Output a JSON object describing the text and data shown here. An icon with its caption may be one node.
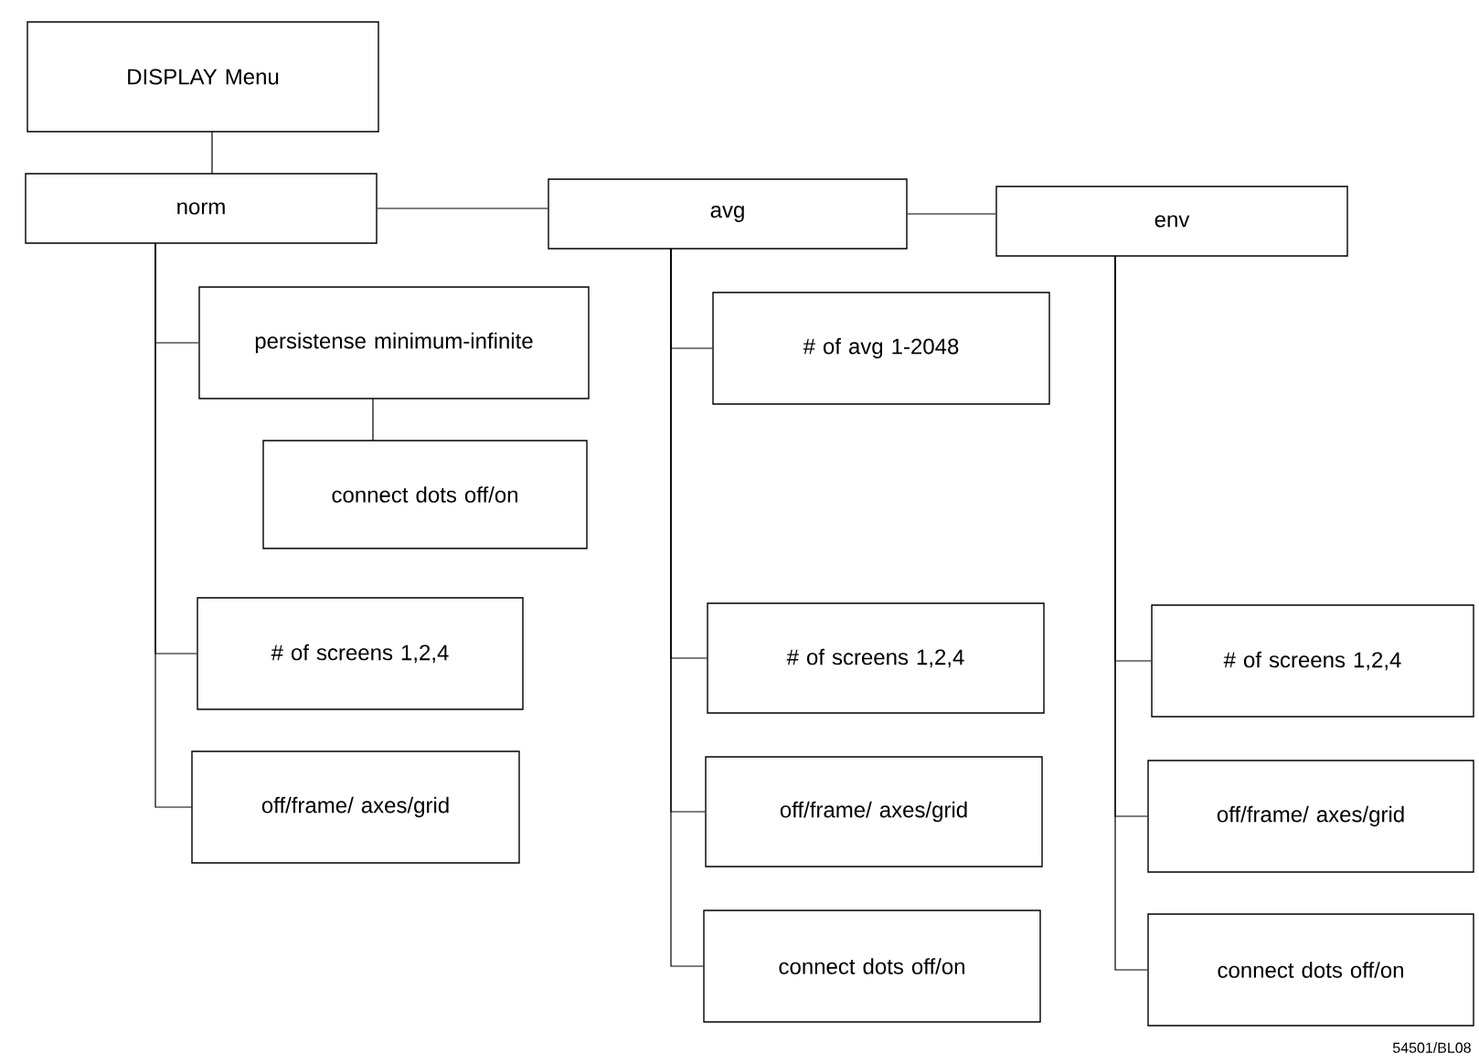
{
  "diagram": {
    "nodes": [
      {
        "text": [
          "DISPLAY Menu"
        ]
      },
      {
        "text": [
          "norm"
        ]
      },
      {
        "text": [
          "avg"
        ]
      },
      {
        "text": [
          "env"
        ]
      },
      {
        "text": [
          "persistense minimum-infinite"
        ]
      },
      {
        "text": [
          "connect dots off/on"
        ]
      },
      {
        "text": [
          "# of screens 1,2,4"
        ]
      },
      {
        "text": [
          "off/frame/ axes/grid"
        ]
      },
      {
        "text": [
          "# of avg 1-2048"
        ]
      },
      {
        "text": [
          "# of screens 1,2,4"
        ]
      },
      {
        "text": [
          "off/frame/ axes/grid"
        ]
      },
      {
        "text": [
          "connect dots off/on"
        ]
      },
      {
        "text": [
          "# of screens 1,2,4"
        ]
      },
      {
        "text": [
          "off/frame/ axes/grid"
        ]
      },
      {
        "text": [
          "connect dots off/on"
        ]
      }
    ],
    "edges": [
      {
        "from": 0,
        "to": 1,
        "arrow": "none"
      },
      {
        "from": 1,
        "to": 2,
        "arrow": "none"
      },
      {
        "from": 2,
        "to": 3,
        "arrow": "none"
      },
      {
        "from": 1,
        "to": 4,
        "arrow": "none"
      },
      {
        "from": 4,
        "to": 5,
        "arrow": "none"
      },
      {
        "from": 1,
        "to": 6,
        "arrow": "none"
      },
      {
        "from": 1,
        "to": 7,
        "arrow": "none"
      },
      {
        "from": 2,
        "to": 8,
        "arrow": "none"
      },
      {
        "from": 2,
        "to": 9,
        "arrow": "none"
      },
      {
        "from": 2,
        "to": 10,
        "arrow": "none"
      },
      {
        "from": 2,
        "to": 11,
        "arrow": "none"
      },
      {
        "from": 3,
        "to": 12,
        "arrow": "none"
      },
      {
        "from": 3,
        "to": 13,
        "arrow": "none"
      },
      {
        "from": 3,
        "to": 14,
        "arrow": "none"
      }
    ],
    "labels": [
      "54501/BL08"
    ]
  }
}
